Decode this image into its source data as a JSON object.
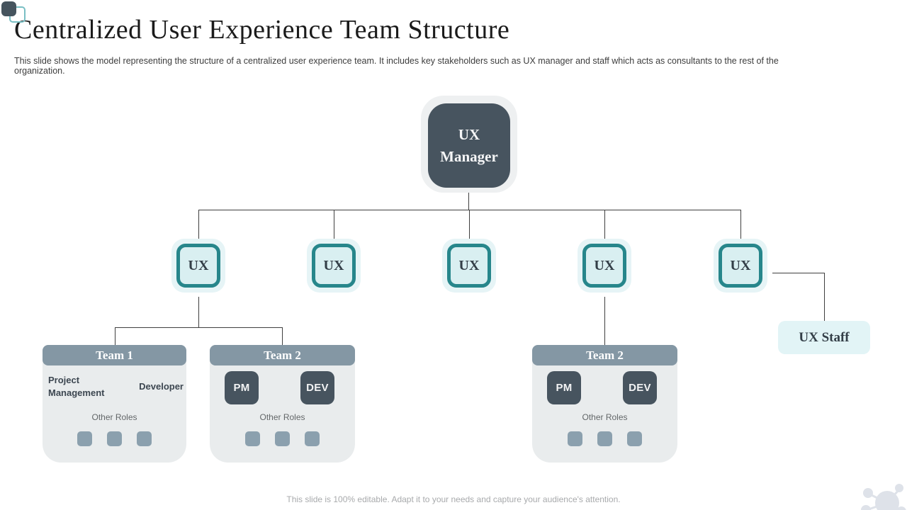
{
  "slide": {
    "title": "Centralized User Experience Team Structure",
    "subtitle": "This slide shows the model representing the structure of a centralized user experience team. It includes key stakeholders such as UX manager and staff which acts as consultants to the rest of the organization.",
    "footer": "This slide is 100% editable. Adapt it to your needs and capture your audience's attention."
  },
  "org": {
    "manager": {
      "label": "UX Manager"
    },
    "ux_nodes": [
      {
        "label": "UX"
      },
      {
        "label": "UX"
      },
      {
        "label": "UX"
      },
      {
        "label": "UX"
      },
      {
        "label": "UX"
      }
    ],
    "staff": {
      "label": "UX Staff"
    },
    "teams": [
      {
        "title": "Team 1",
        "style": "text-roles",
        "role_left": "Project Management",
        "role_right": "Developer",
        "other_roles_label": "Other Roles",
        "placeholder_count": 3
      },
      {
        "title": "Team 2",
        "style": "badge-roles",
        "role_left": "PM",
        "role_right": "DEV",
        "other_roles_label": "Other Roles",
        "placeholder_count": 3
      },
      {
        "title": "Team 2",
        "style": "badge-roles",
        "role_left": "PM",
        "role_right": "DEV",
        "other_roles_label": "Other Roles",
        "placeholder_count": 3
      }
    ]
  },
  "colors": {
    "node_dark_slate": "#47545f",
    "teal_border": "#27868b",
    "teal_fill_light": "#d9eff1",
    "teal_halo": "#e6f4f6",
    "staff_fill": "#e2f4f6",
    "team_header": "#8497a4",
    "team_body": "#e9eced",
    "placeholder_square": "#8ba0ae",
    "connector": "#3f3f3f",
    "footer_text": "#a8aaac",
    "decoration_gray": "#dee2e9"
  }
}
